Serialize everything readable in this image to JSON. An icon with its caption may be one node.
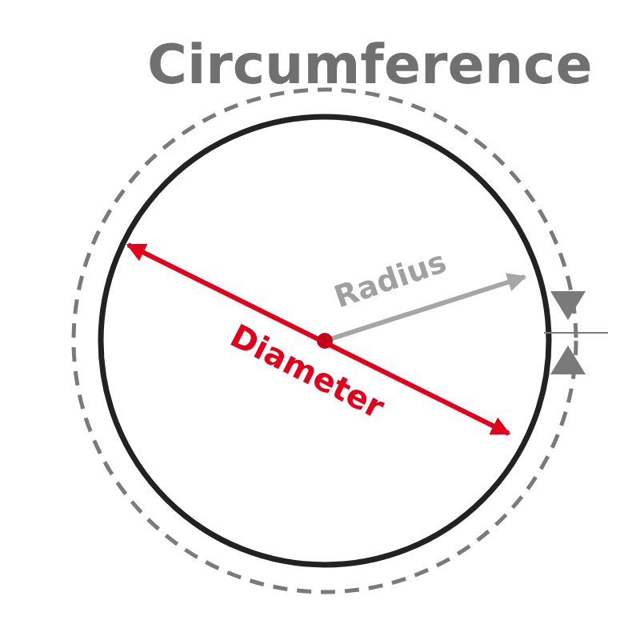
{
  "diagram": {
    "labels": [
      "Circumference",
      "Radius",
      "Diameter"
    ]
  }
}
